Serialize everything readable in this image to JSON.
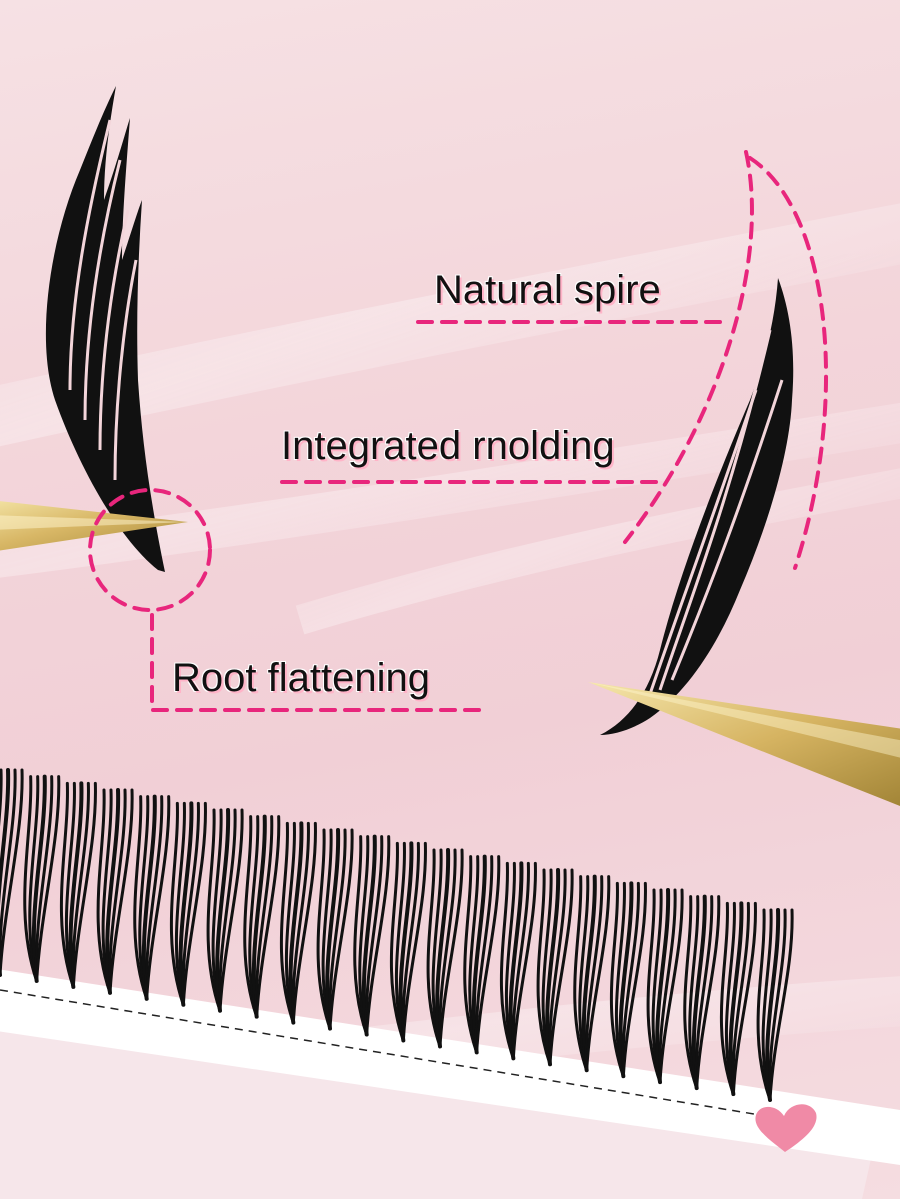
{
  "callouts": {
    "natural_spire": "Natural spire",
    "integrated_molding": "Integrated rnolding",
    "root_flattening": "Root flattening"
  },
  "colors": {
    "annotation": "#e8267c",
    "background": "#f3d5da",
    "lash": "#111111",
    "tweezer": "#d4b560",
    "heart": "#f08aa6"
  },
  "icons": {
    "tray_mark": "heart-icon"
  }
}
